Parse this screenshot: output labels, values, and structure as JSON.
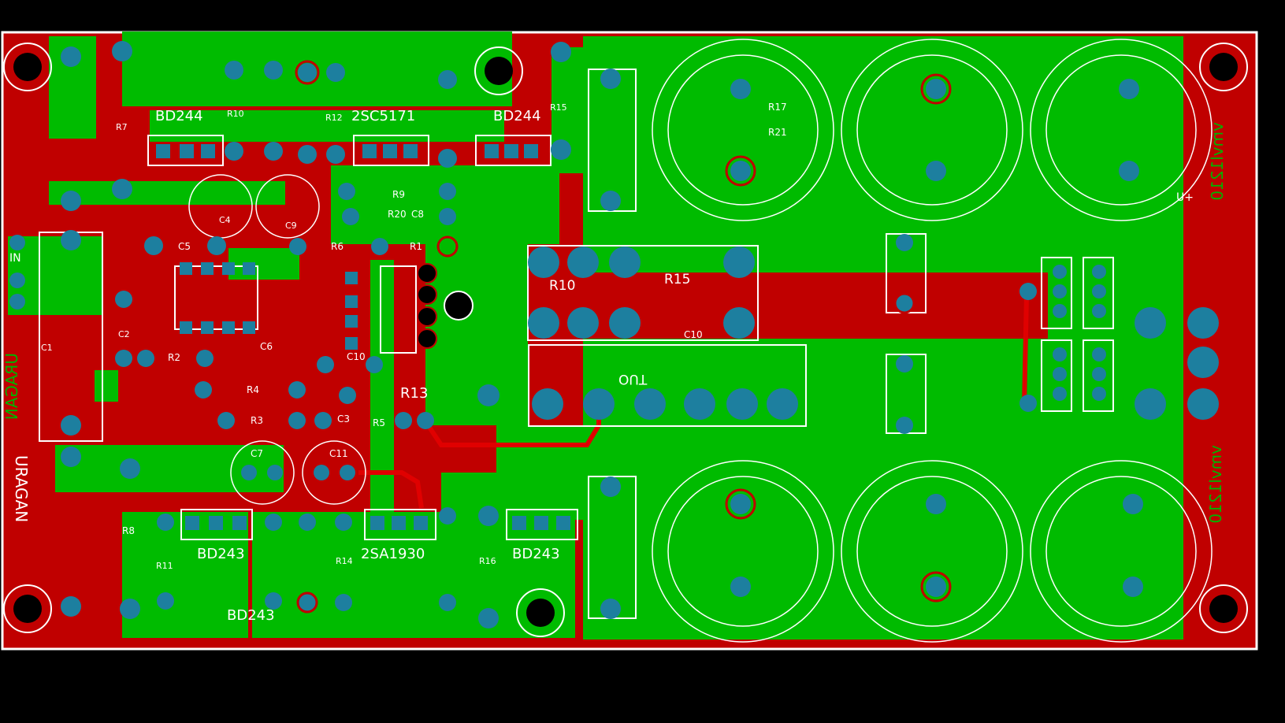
{
  "board": {
    "colors": {
      "background": "#000000",
      "copper_bottom": "#c00000",
      "copper_top": "#00bb00",
      "pad": "#1d7f9f",
      "silkscreen": "#ffffff",
      "trace_red": "#e00000"
    }
  },
  "labels": {
    "bd244_left": "BD244",
    "bd244_right": "BD244",
    "q_2sc5171": "2SC5171",
    "q_2sa1930": "2SA1930",
    "bd243_a": "BD243",
    "bd243_b": "BD243",
    "bd243_bottom": "BD243",
    "r7": "R7",
    "r10_top": "R10",
    "r12": "R12",
    "r15_top": "R15",
    "r17": "R17",
    "r21": "R21",
    "r9": "R9",
    "r20": "R20",
    "c8": "C8",
    "r6": "R6",
    "r1": "R1",
    "c4": "C4",
    "c9": "C9",
    "c5": "C5",
    "in": "IN",
    "c1": "C1",
    "c2": "C2",
    "r2": "R2",
    "c6": "C6",
    "r4": "R4",
    "r3": "R3",
    "c3": "C3",
    "r5": "R5",
    "c10_mid": "C10",
    "r13": "R13",
    "r10_mid": "R10",
    "r15_mid": "R15",
    "c10_right": "C10",
    "out": "OUT",
    "c7": "C7",
    "c11": "C11",
    "r8": "R8",
    "r11": "R11",
    "r14": "R14",
    "r16": "R16",
    "uragan": "URAGAN",
    "uragan_mirror": "URAGAN",
    "vmvl_top": "vmvl1210",
    "vmvl_bottom": "vmvl1210",
    "u_plus": "+U"
  }
}
